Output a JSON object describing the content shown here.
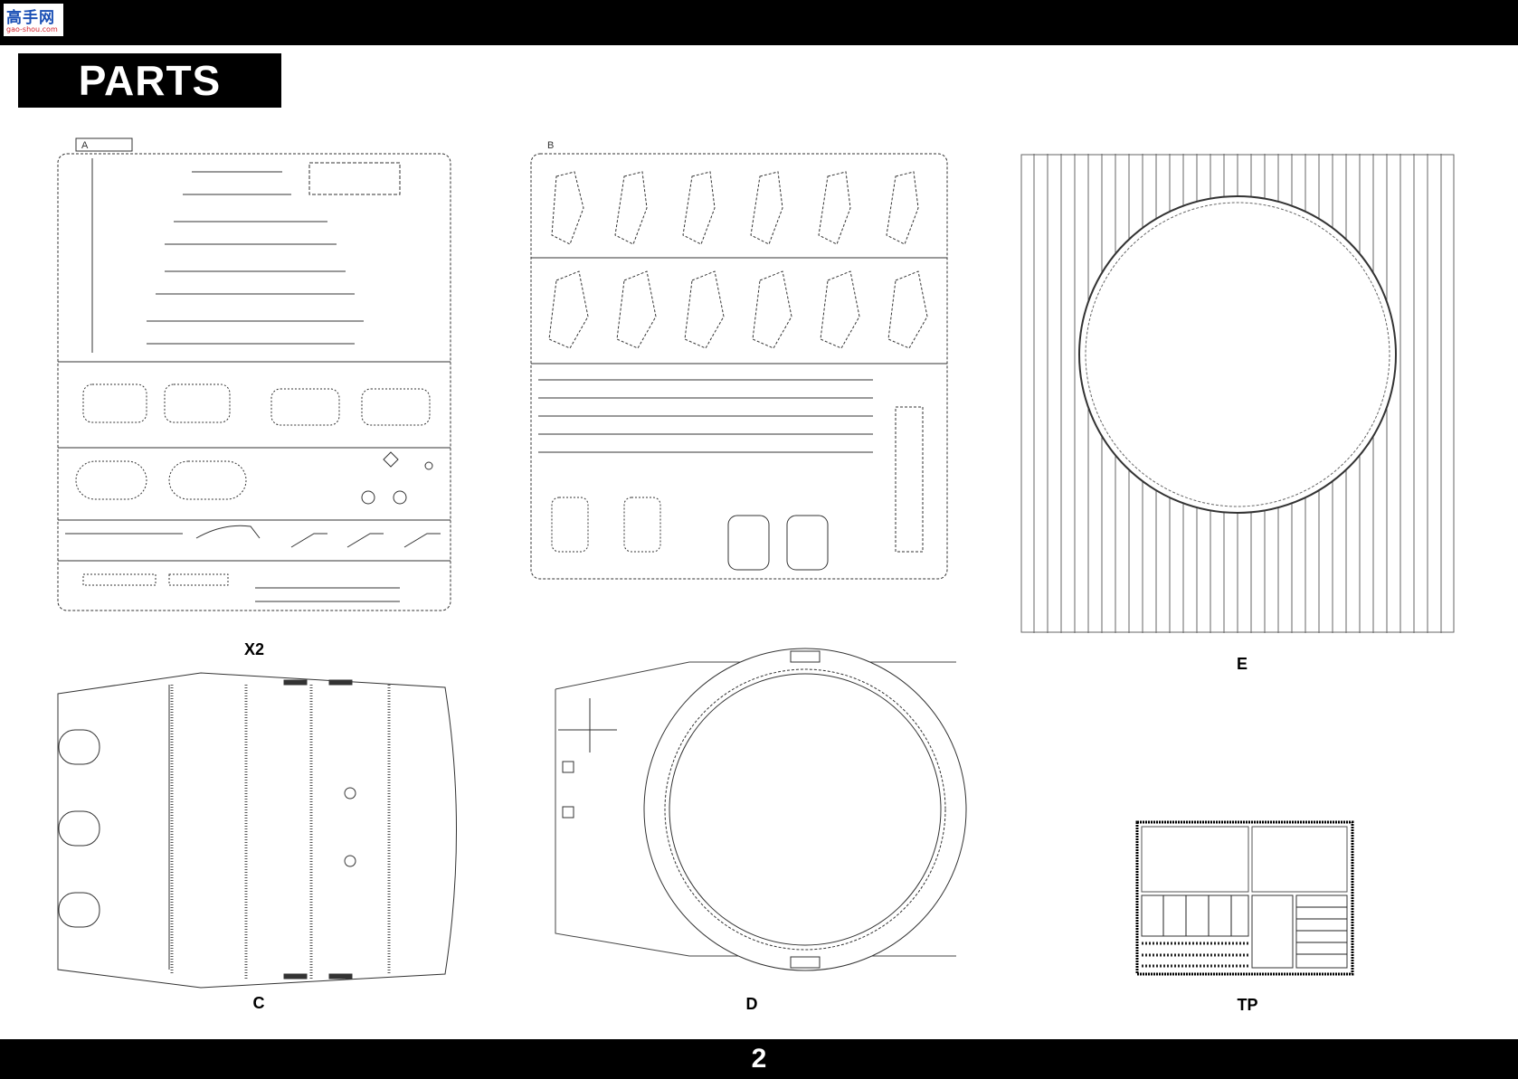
{
  "header": {
    "logo_text": "高手网",
    "logo_subtext": "gao-shou.com"
  },
  "page": {
    "title": "PARTS",
    "number": "2"
  },
  "sprues": [
    {
      "id": "A",
      "sprue_tag": "A",
      "label": "X2"
    },
    {
      "id": "B",
      "sprue_tag": "B",
      "label": ""
    },
    {
      "id": "E",
      "sprue_tag": "",
      "label": "E"
    },
    {
      "id": "C",
      "sprue_tag": "",
      "label": "C"
    },
    {
      "id": "D",
      "sprue_tag": "",
      "label": "D"
    },
    {
      "id": "TP",
      "sprue_tag": "",
      "label": "TP"
    }
  ]
}
